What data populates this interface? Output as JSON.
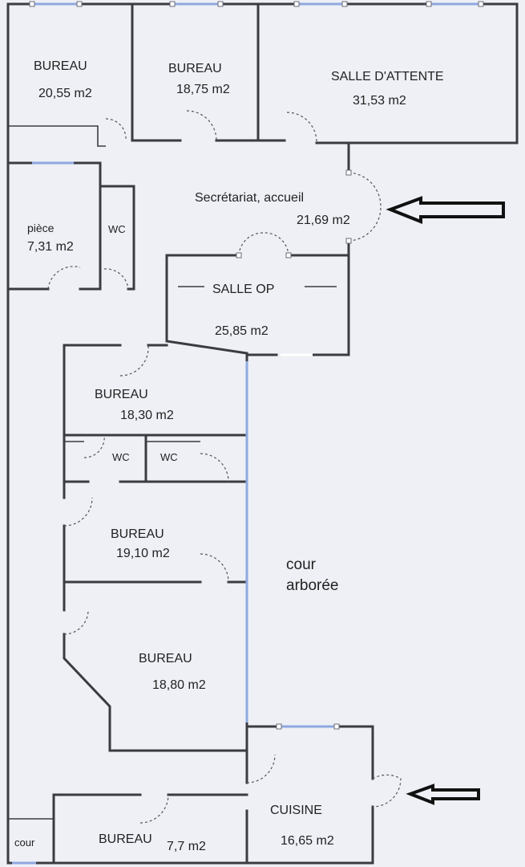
{
  "plan": {
    "rooms": [
      {
        "name": "BUREAU",
        "area": "20,55 m2"
      },
      {
        "name": "BUREAU",
        "area": "18,75 m2"
      },
      {
        "name": "SALLE D'ATTENTE",
        "area": "31,53 m2"
      },
      {
        "name": "Secrétariat, accueil",
        "area": "21,69 m2"
      },
      {
        "name": "pièce",
        "area": "7,31 m2"
      },
      {
        "name": "WC"
      },
      {
        "name": "SALLE OP",
        "area": "25,85 m2"
      },
      {
        "name": "BUREAU",
        "area": "18,30 m2"
      },
      {
        "name": "WC"
      },
      {
        "name": "WC"
      },
      {
        "name": "BUREAU",
        "area": "19,10 m2"
      },
      {
        "name": "BUREAU",
        "area": "18,80 m2"
      },
      {
        "name": "CUISINE",
        "area": "16,65 m2"
      },
      {
        "name": "BUREAU",
        "area": "7,7 m2"
      },
      {
        "name": "cour"
      }
    ],
    "courtyard": [
      "cour",
      "arborée"
    ],
    "colors": {
      "wall": "#3b3b42",
      "window": "#8fa8e0",
      "background": "#eef0f6"
    }
  }
}
